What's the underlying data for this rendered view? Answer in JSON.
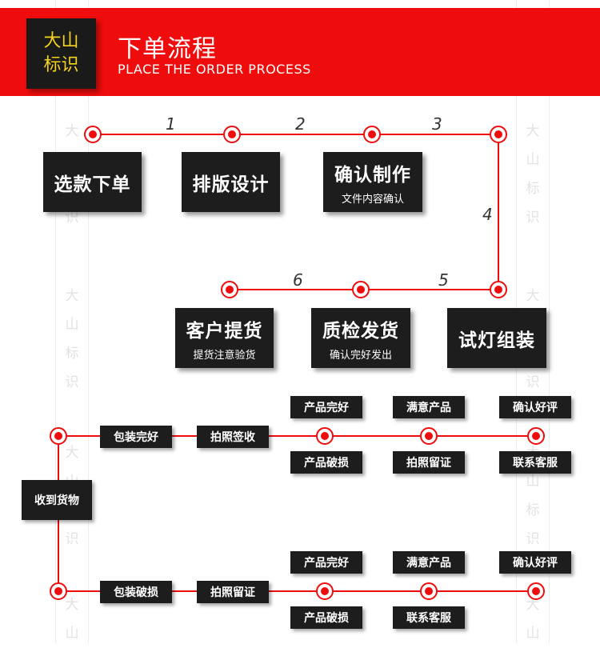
{
  "header": {
    "logo_text": "大山\n标识",
    "title": "下单流程",
    "subtitle": "PLACE THE ORDER PROCESS"
  },
  "watermark": {
    "chars": [
      "大",
      "山",
      "标",
      "识"
    ]
  },
  "colors": {
    "accent": "#ee0c0c",
    "box": "#1d1d1d",
    "logo_text": "#f4d21e"
  },
  "steps": [
    {
      "number": "1",
      "label": "选款下单",
      "sub": ""
    },
    {
      "number": "2",
      "label": "排版设计",
      "sub": ""
    },
    {
      "number": "3",
      "label": "确认制作",
      "sub": "文件内容确认"
    },
    {
      "number": "4",
      "label": "试灯组装",
      "sub": ""
    },
    {
      "number": "5",
      "label": "质检发货",
      "sub": "确认完好发出"
    },
    {
      "number": "6",
      "label": "客户提货",
      "sub": "提货注意验货"
    }
  ],
  "receive": {
    "label": "收到货物"
  },
  "branch_good": {
    "first": "包装完好",
    "second": "拍照签收",
    "top": [
      "产品完好",
      "满意产品",
      "确认好评"
    ],
    "bottom": [
      "产品破损",
      "拍照留证",
      "联系客服"
    ]
  },
  "branch_damaged": {
    "first": "包装破损",
    "second": "拍照留证",
    "top": [
      "产品完好",
      "满意产品",
      "确认好评"
    ],
    "bottom": [
      "产品破损",
      "联系客服"
    ]
  }
}
